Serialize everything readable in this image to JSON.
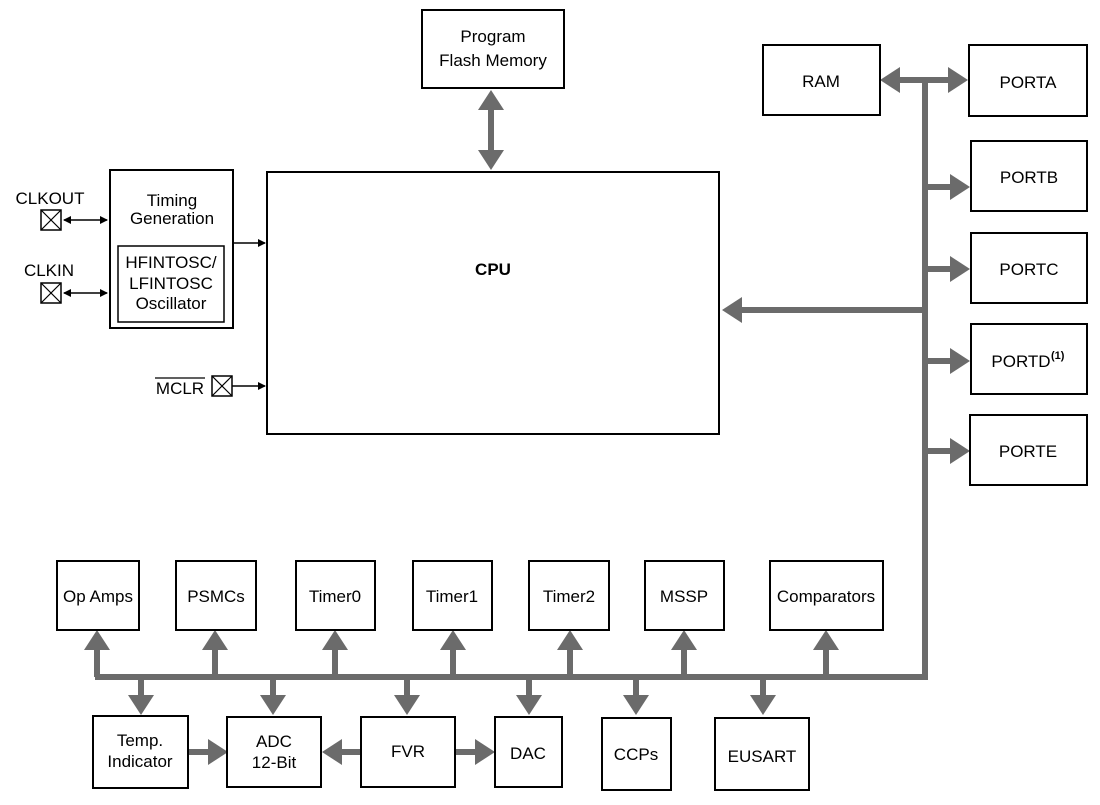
{
  "diagram": {
    "program_flash": [
      "Program",
      "Flash Memory"
    ],
    "cpu": "CPU",
    "timing_gen": [
      "Timing",
      "Generation"
    ],
    "oscillator": [
      "HFINTOSC/",
      "LFINTOSC",
      "Oscillator"
    ],
    "pins": {
      "clkout": "CLKOUT",
      "clkin": "CLKIN",
      "mclr": "MCLR"
    },
    "ram": "RAM",
    "ports": {
      "porta": "PORTA",
      "portb": "PORTB",
      "portc": "PORTC",
      "portd": "PORTD",
      "portd_note": "(1)",
      "porte": "PORTE"
    },
    "peripherals_top": {
      "opamps": "Op Amps",
      "psmcs": "PSMCs",
      "timer0": "Timer0",
      "timer1": "Timer1",
      "timer2": "Timer2",
      "mssp": "MSSP",
      "comparators": "Comparators"
    },
    "peripherals_bottom": {
      "temp": [
        "Temp.",
        "Indicator"
      ],
      "adc": [
        "ADC",
        "12-Bit"
      ],
      "fvr": "FVR",
      "dac": "DAC",
      "ccps": "CCPs",
      "eusart": "EUSART"
    }
  }
}
